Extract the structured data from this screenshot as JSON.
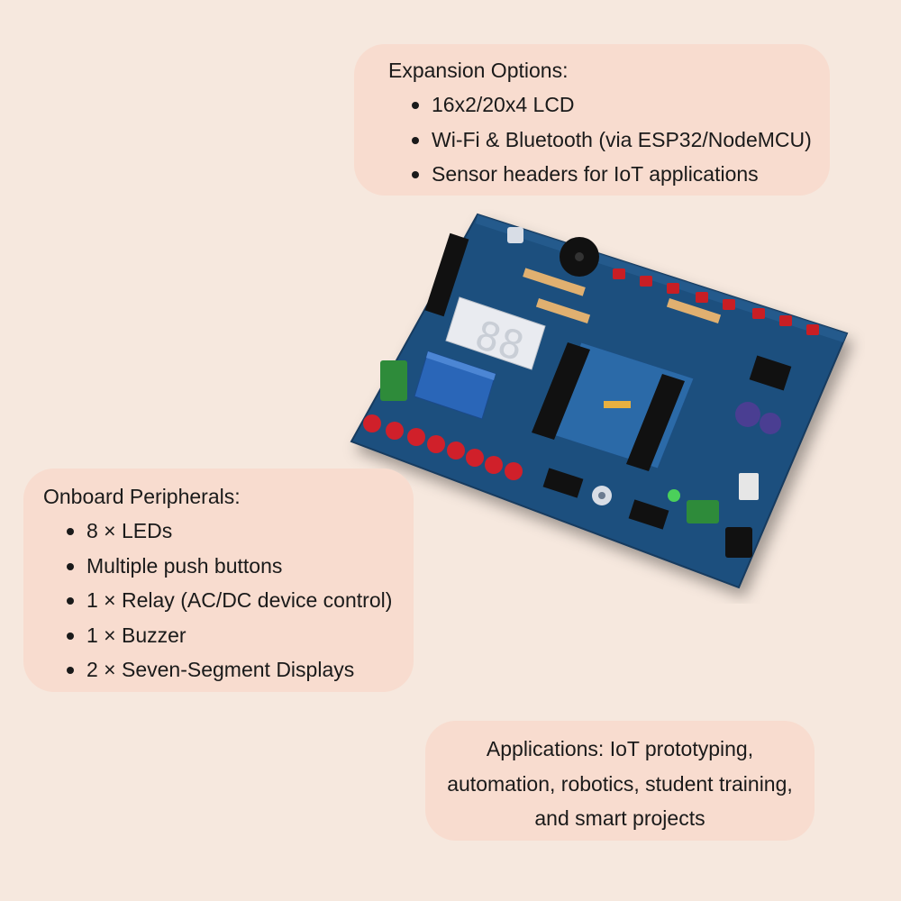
{
  "expansion": {
    "title": "Expansion Options:",
    "items": [
      "16x2/20x4 LCD",
      "Wi-Fi & Bluetooth (via ESP32/NodeMCU)",
      "Sensor headers for IoT applications"
    ]
  },
  "peripherals": {
    "title": "Onboard Peripherals:",
    "items": [
      "8 × LEDs",
      "Multiple push buttons",
      "1 × Relay (AC/DC device control)",
      "1 × Buzzer",
      "2 × Seven-Segment Displays"
    ]
  },
  "applications": {
    "lines": [
      "Applications: IoT prototyping,",
      "automation, robotics, student training,",
      "and smart projects"
    ]
  },
  "colors": {
    "background": "#f6e8de",
    "card": "#f8dccf",
    "pcb": "#1f4f7e",
    "led_red": "#d0202a",
    "terminal_green": "#2e8b3a",
    "relay_blue": "#2a66b8"
  }
}
